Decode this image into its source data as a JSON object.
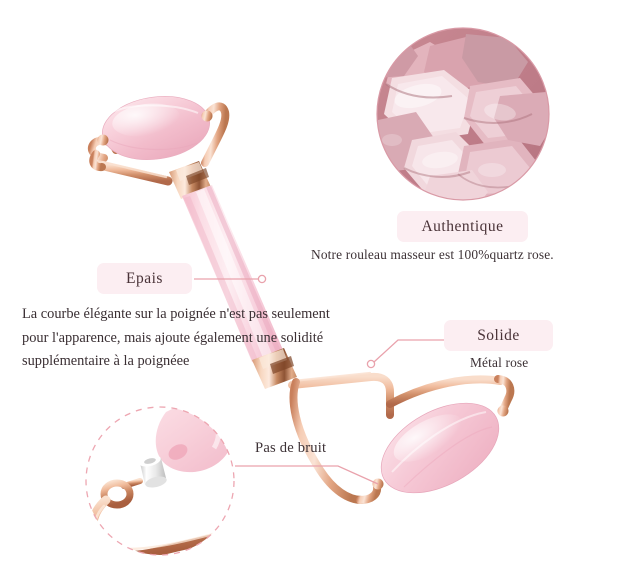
{
  "page": {
    "background": "#ffffff",
    "language": "fr",
    "subject": "rose quartz face roller product infographic"
  },
  "theme": {
    "badge_bg": "#fceef2",
    "badge_text": "#4a3338",
    "body_text": "#3a2f33",
    "leader_line": "#e9a2ac",
    "dashed_circle": "#eda6b1",
    "quartz_light": "#fadde4",
    "quartz_mid": "#f6c6d2",
    "quartz_deep": "#efadbe",
    "rose_gold_light": "#f4c6ae",
    "rose_gold_mid": "#e0a183",
    "rose_gold_dark": "#b9724f",
    "photo_rim": "#d99aa6"
  },
  "callouts": [
    {
      "id": "authentique",
      "badge": "Authentique",
      "caption": "Notre rouleau masseur est 100%quartz rose.",
      "has_photo": true
    },
    {
      "id": "epais",
      "badge": "Epais",
      "paragraph_lines": [
        "La courbe élégante sur la poignée n'est pas seulement",
        "pour l'apparence, mais ajoute également une solidité",
        "supplémentaire à la poignéee"
      ]
    },
    {
      "id": "solide",
      "badge": "Solide",
      "caption": "Métal rose"
    },
    {
      "id": "pas-de-bruit",
      "badge": null,
      "caption": "Pas de bruit"
    }
  ],
  "badges": {
    "authentique": "Authentique",
    "epais": "Epais",
    "solide": "Solide"
  },
  "captions": {
    "authentique": "Notre rouleau masseur est 100%quartz rose.",
    "metal": "Métal rose",
    "bruit": "Pas de bruit"
  },
  "paragraph": {
    "line1": "La courbe élégante sur la poignée n'est pas seulement",
    "line2": "pour l'apparence, mais ajoute également une solidité",
    "line3": "supplémentaire à la poignéee"
  },
  "photo": {
    "name": "rose-quartz-stones-photo",
    "shape": "circle",
    "description": "raw rose quartz crystal chunks"
  },
  "product": {
    "name": "rose-quartz-face-roller",
    "parts": [
      "large-roller-head",
      "rose-gold-fork-top",
      "ferrule-band",
      "quartz-handle",
      "ferrule-band-lower",
      "rose-gold-fork-bottom",
      "small-roller-head"
    ]
  },
  "detail_circle": {
    "name": "no-noise-detail-circle",
    "border_style": "dashed",
    "contents": [
      "roller-stone-tip",
      "white-silicone-ring",
      "rose-gold-pin-arm"
    ]
  }
}
